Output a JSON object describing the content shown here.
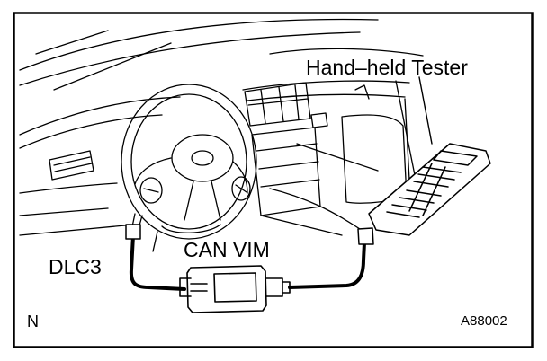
{
  "labels": {
    "tester": "Hand–held Tester",
    "vim": "CAN VIM",
    "dlc": "DLC3",
    "north": "N",
    "figure_code": "A88002"
  },
  "colors": {
    "ink": "#000000",
    "paper": "#ffffff"
  }
}
